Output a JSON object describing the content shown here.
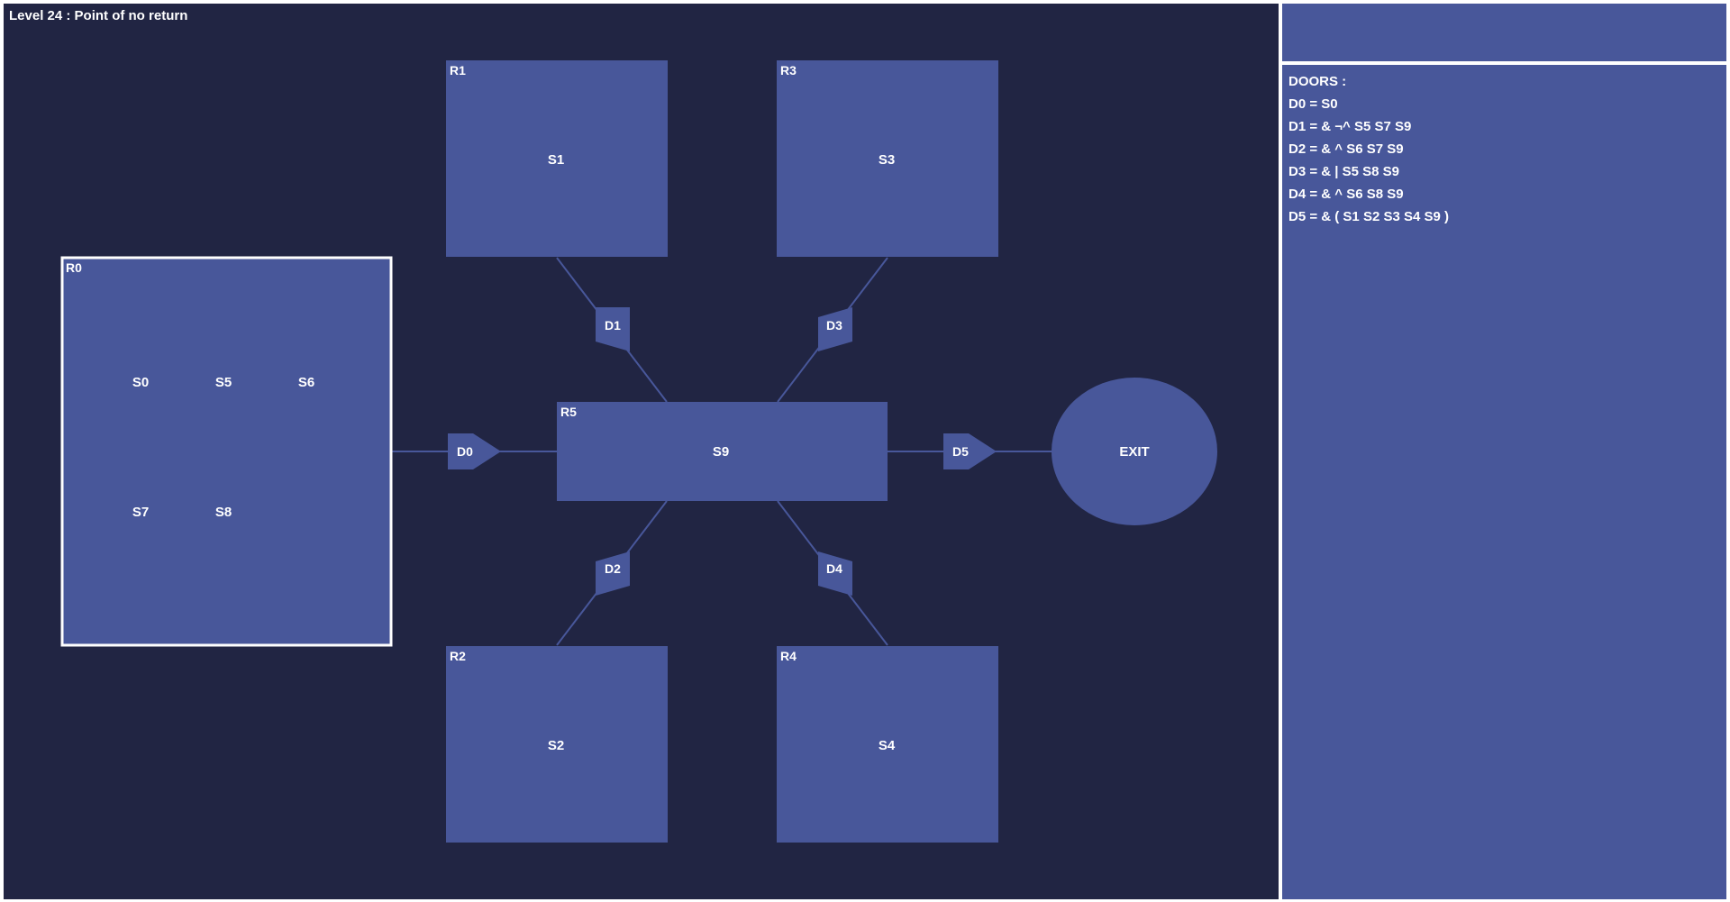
{
  "level": {
    "title": "Level 24 : Point of no return"
  },
  "colors": {
    "background": "#212543",
    "room_fill": "#48579a",
    "selected_border": "#ffffff",
    "text": "#ffffff"
  },
  "rooms": [
    {
      "id": "R0",
      "switches": [
        "S0",
        "S5",
        "S6",
        "S7",
        "S8"
      ],
      "selected": true
    },
    {
      "id": "R1",
      "switches": [
        "S1"
      ],
      "selected": false
    },
    {
      "id": "R2",
      "switches": [
        "S2"
      ],
      "selected": false
    },
    {
      "id": "R3",
      "switches": [
        "S3"
      ],
      "selected": false
    },
    {
      "id": "R4",
      "switches": [
        "S4"
      ],
      "selected": false
    },
    {
      "id": "R5",
      "switches": [
        "S9"
      ],
      "selected": false
    }
  ],
  "doors": [
    {
      "id": "D0",
      "from": "R0",
      "to": "R5"
    },
    {
      "id": "D1",
      "from": "R5",
      "to": "R1"
    },
    {
      "id": "D2",
      "from": "R5",
      "to": "R2"
    },
    {
      "id": "D3",
      "from": "R5",
      "to": "R3"
    },
    {
      "id": "D4",
      "from": "R5",
      "to": "R4"
    },
    {
      "id": "D5",
      "from": "R5",
      "to": "EXIT"
    }
  ],
  "exit": {
    "label": "EXIT"
  },
  "side_panel": {
    "heading": "DOORS :",
    "door_rules": [
      "D0 = S0",
      "D1 = & ¬^ S5 S7 S9",
      "D2 = & ^ S6 S7 S9",
      "D3 = & | S5 S8 S9",
      "D4 = & ^ S6 S8 S9",
      "D5 = & ( S1 S2 S3 S4 S9 )"
    ]
  }
}
